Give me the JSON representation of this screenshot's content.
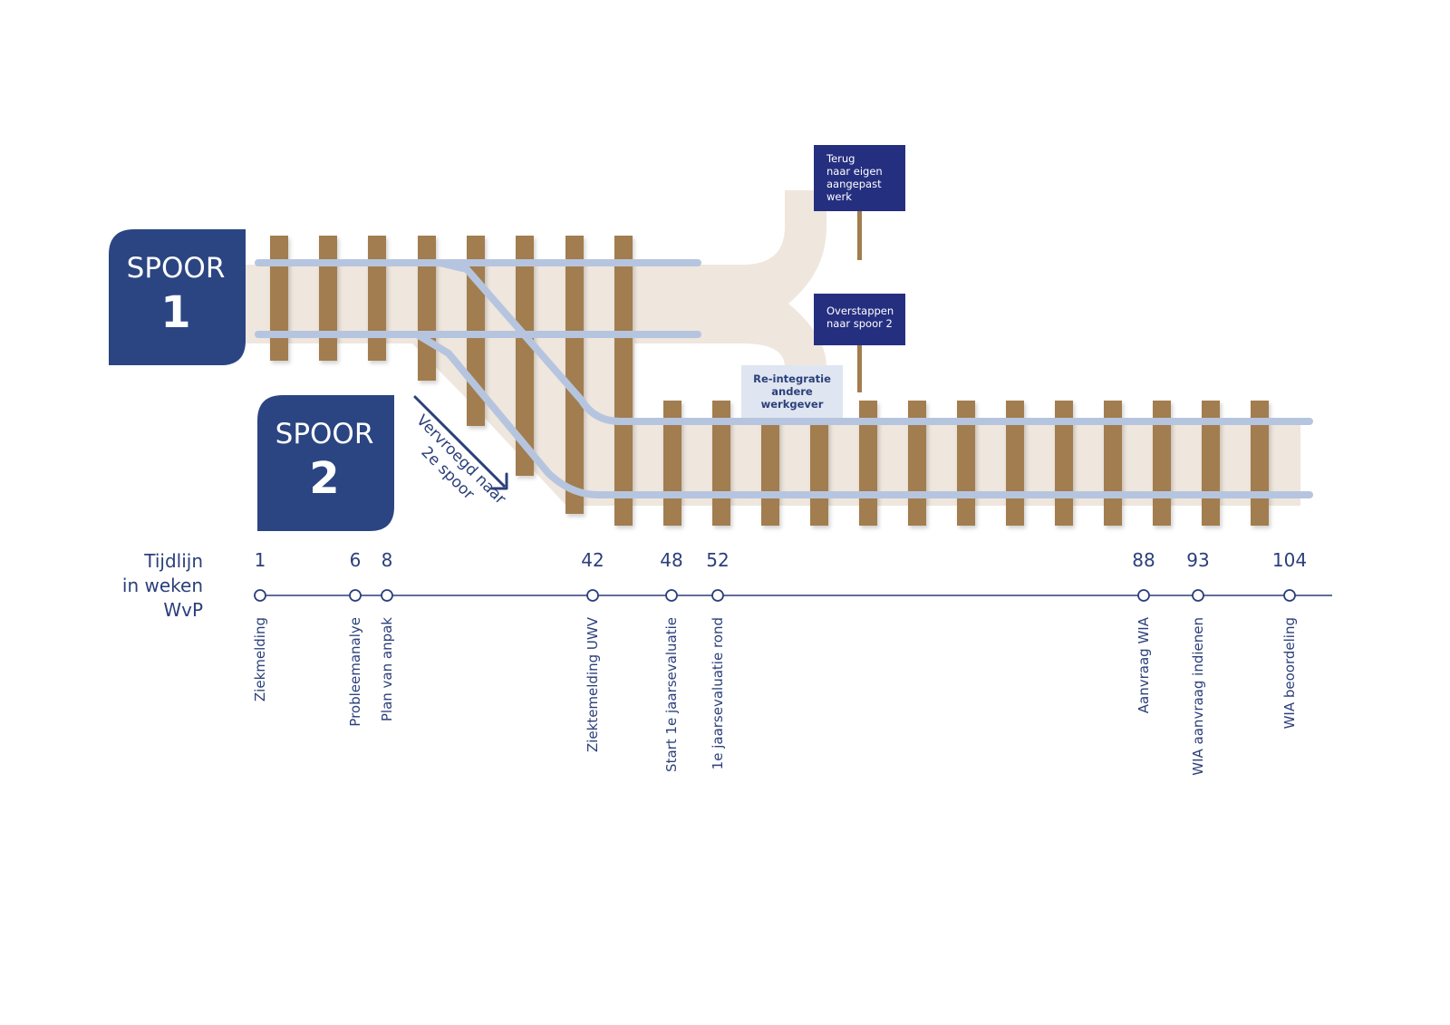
{
  "colors": {
    "navy": "#2b4582",
    "sign_navy": "#252f80",
    "text_navy": "#2b3f7a",
    "sleeper": "#a27d4f",
    "rail": "#b6c5df",
    "bed": "#efe6dd",
    "reint_box": "#dfe6f1"
  },
  "spoor1": {
    "word": "SPOOR",
    "number": "1"
  },
  "spoor2": {
    "word": "SPOOR",
    "number": "2"
  },
  "signs": {
    "terug": [
      "Terug",
      "naar eigen",
      "aangepast",
      "werk"
    ],
    "overstappen": [
      "Overstappen",
      "naar spoor 2"
    ]
  },
  "reintegratie": [
    "Re-integratie",
    "andere",
    "werkgever"
  ],
  "vervroegd": [
    "Vervroegd naar",
    "2e spoor"
  ],
  "timeline": {
    "title": [
      "Tijdlijn",
      "in weken",
      "WvP"
    ],
    "milestones": [
      {
        "week": "1",
        "label": "Ziekmelding"
      },
      {
        "week": "6",
        "label": "Probleemanalye"
      },
      {
        "week": "8",
        "label": "Plan van anpak"
      },
      {
        "week": "42",
        "label": "Ziektemelding UWV"
      },
      {
        "week": "48",
        "label": "Start 1e jaarsevaluatie"
      },
      {
        "week": "52",
        "label": "1e jaarsevaluatie rond"
      },
      {
        "week": "88",
        "label": "Aanvraag WIA"
      },
      {
        "week": "93",
        "label": "WIA aanvraag indienen"
      },
      {
        "week": "104",
        "label": "WIA beoordeling"
      }
    ]
  }
}
